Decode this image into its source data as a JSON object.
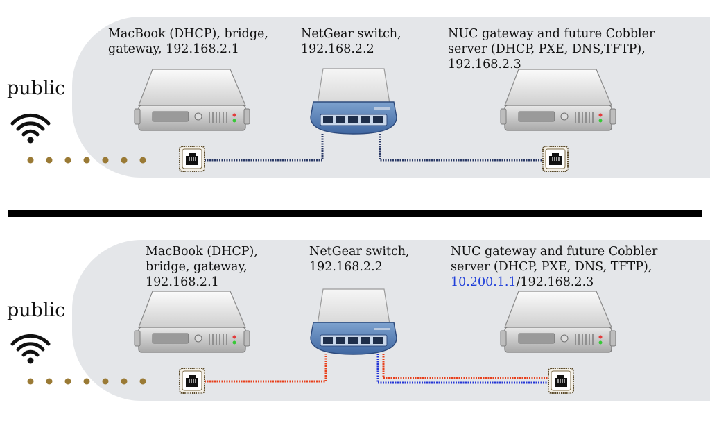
{
  "top": {
    "public_label": "public",
    "macbook_label": "MacBook (DHCP), bridge,\ngateway, 192.168.2.1",
    "switch_label": "NetGear switch,\n192.168.2.2",
    "nuc_label": "NUC gateway and future Cobbler\nserver (DHCP, PXE, DNS,TFTP),\n192.168.2.3"
  },
  "bottom": {
    "public_label": "public",
    "macbook_label": "MacBook (DHCP),\nbridge, gateway,\n192.168.2.1",
    "switch_label": "NetGear switch,\n192.168.2.2",
    "nuc_label_line1": "NUC gateway and future Cobbler",
    "nuc_label_line2": "server (DHCP, PXE, DNS, TFTP),",
    "nuc_ip_private": "10.200.1.1",
    "nuc_ip_public": "/192.168.2.3"
  },
  "icons": {
    "wifi": "wifi-icon",
    "server": "server-icon",
    "switch": "network-switch-icon",
    "ethernet": "ethernet-port-icon"
  },
  "colors": {
    "dots": "#9a7a35",
    "cable_dark": "#2b3a66",
    "cable_red": "#e8401c",
    "cable_blue": "#2336d6",
    "ip_highlight": "#1f3fd9"
  }
}
